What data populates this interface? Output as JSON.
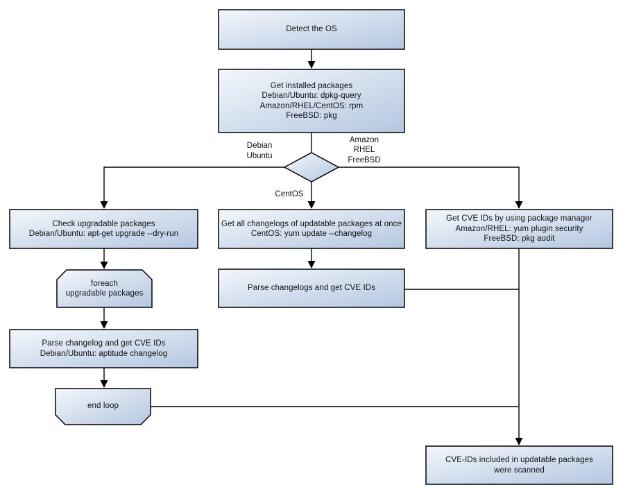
{
  "diagram": {
    "type": "flowchart",
    "nodes": {
      "detect_os": {
        "text": "Detect the OS"
      },
      "get_installed": {
        "text": "Get installed packages\nDebian/Ubuntu: dpkg-query\nAmazon/RHEL/CentOS: rpm\nFreeBSD: pkg"
      },
      "check_upgradable": {
        "text": "Check upgradable packages\nDebian/Ubuntu: apt-get upgrade --dry-run"
      },
      "foreach_loop": {
        "text": "foreach\nupgradable  packages"
      },
      "parse_changelog_each": {
        "text": "Parse changelog and get  CVE IDs\nDebian/Ubuntu: aptitude changelog"
      },
      "end_loop": {
        "text": "end loop"
      },
      "get_all_changelogs": {
        "text": "Get all changelogs of updatable packages at once\nCentOS: yum update --changelog"
      },
      "parse_changelogs_once": {
        "text": "Parse changelogs and get CVE IDs"
      },
      "get_cve_ids_pkg_mgr": {
        "text": "Get CVE IDs by using package manager\nAmazon/RHEL: yum plugin security\nFreeBSD: pkg audit"
      },
      "result_scanned": {
        "text": "CVE-IDs included in updatable packages\nwere scanned"
      }
    },
    "edge_labels": {
      "debian_ubuntu": "Debian\nUbuntu",
      "amazon_rhel_freebsd": "Amazon\nRHEL\nFreeBSD",
      "centos": "CentOS"
    }
  },
  "colors": {
    "node_fill_light": "#f3f7fb",
    "node_fill_dark": "#b4c7e1",
    "node_border": "#000000",
    "connector": "#000000",
    "text": "#111111",
    "background": "#ffffff"
  }
}
